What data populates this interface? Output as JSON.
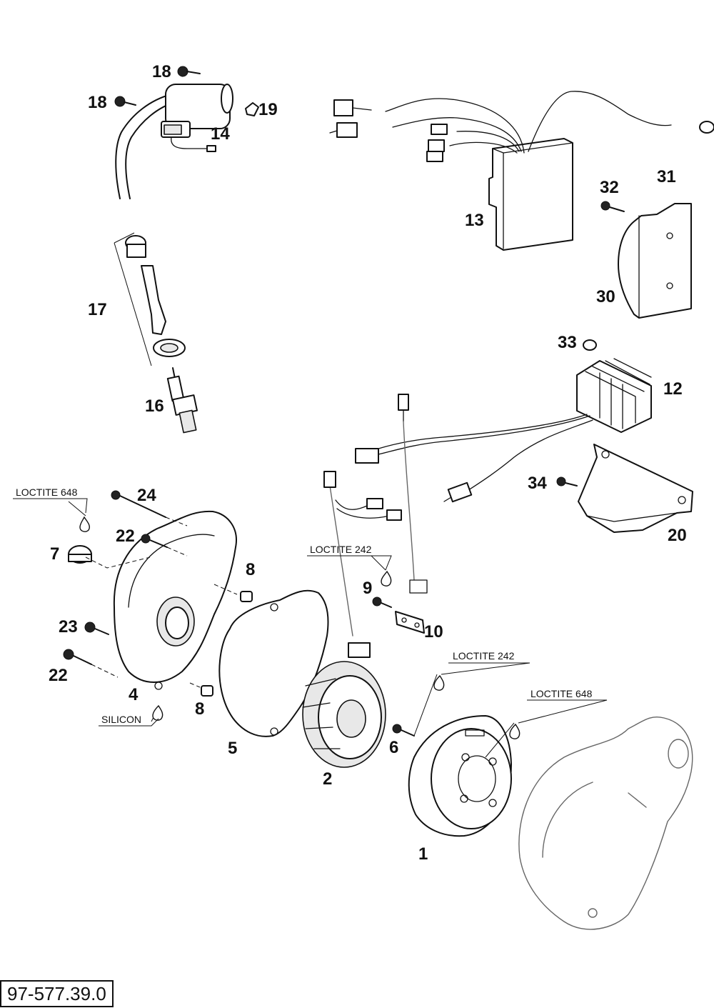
{
  "drawing_number": "97-577.39.0",
  "callouts": {
    "c1": "1",
    "c2": "2",
    "c4": "4",
    "c5": "5",
    "c6": "6",
    "c7": "7",
    "c8a": "8",
    "c8b": "8",
    "c9": "9",
    "c10": "10",
    "c12": "12",
    "c13": "13",
    "c14": "14",
    "c16": "16",
    "c17": "17",
    "c18a": "18",
    "c18b": "18",
    "c19": "19",
    "c20": "20",
    "c22a": "22",
    "c22b": "22",
    "c23": "23",
    "c24": "24",
    "c30": "30",
    "c31": "31",
    "c32": "32",
    "c33": "33",
    "c34": "34"
  },
  "notes": {
    "loctite_648_cover": "LOCTITE 648",
    "loctite_242_pickup": "LOCTITE 242",
    "loctite_242_bolt": "LOCTITE 242",
    "loctite_648_rotor": "LOCTITE 648",
    "silicon": "SILICON"
  }
}
